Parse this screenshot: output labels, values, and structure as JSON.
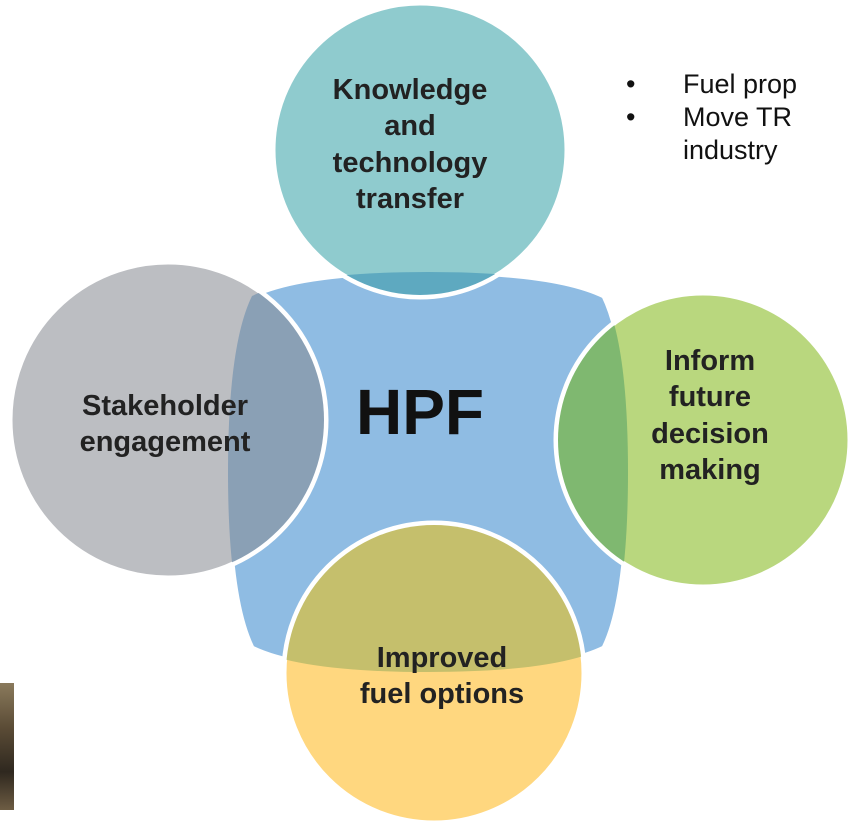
{
  "diagram": {
    "hub": {
      "label": "HPF",
      "color": "#8fbce3"
    },
    "petals": [
      {
        "id": "top",
        "lines": [
          "Knowledge",
          "and",
          "technology",
          "transfer"
        ],
        "color": "#8fcbce"
      },
      {
        "id": "left",
        "lines": [
          "Stakeholder",
          "engagement"
        ],
        "color": "#bcbec2"
      },
      {
        "id": "right",
        "lines": [
          "Inform",
          "future",
          "decision",
          "making"
        ],
        "color": "#b9d77e"
      },
      {
        "id": "bottom",
        "lines": [
          "Improved",
          "fuel options"
        ],
        "color": "#ffd77f"
      }
    ],
    "overlap_colors": {
      "top": "#5ea9c0",
      "left": "#8aa0b5",
      "right": "#7fb870",
      "bottom": "#c5bf6c"
    }
  },
  "bullets": [
    {
      "lines": [
        "Fuel prop"
      ]
    },
    {
      "lines": [
        "Move TR",
        "industry"
      ]
    }
  ],
  "photo_fragment": {
    "icon": "photo-edge-image"
  }
}
